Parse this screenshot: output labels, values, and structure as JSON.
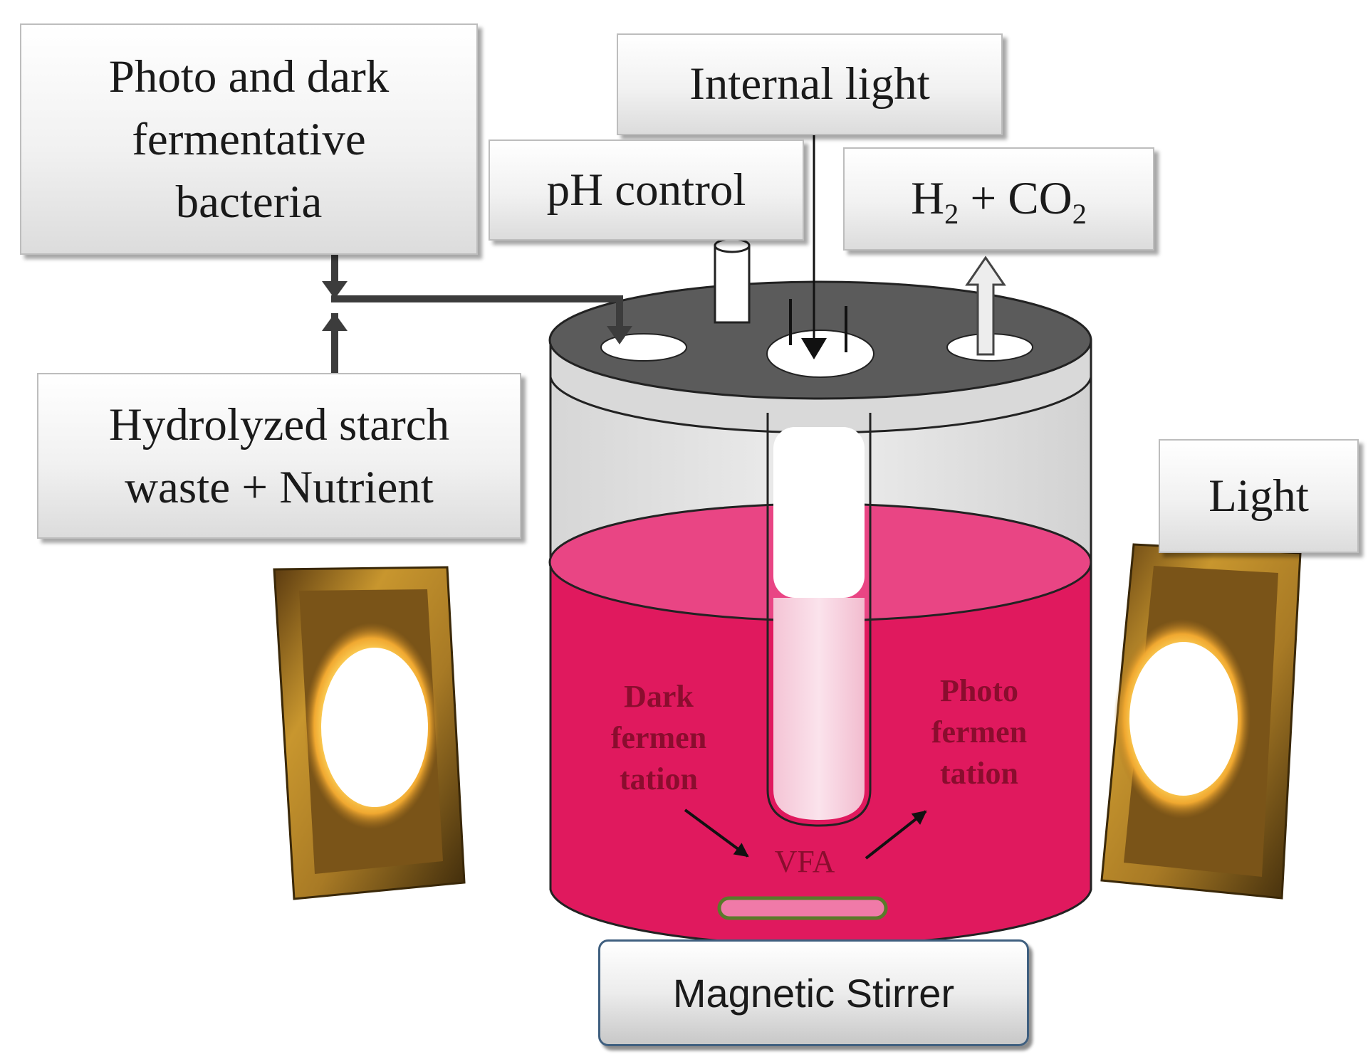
{
  "labels": {
    "bacteria": "Photo and dark\nfermentative\nbacteria",
    "internal_light": "Internal light",
    "ph_control": "pH control",
    "gas_main": "H",
    "gas_sub1": "2",
    "gas_mid": " + CO",
    "gas_sub2": "2",
    "substrate": "Hydrolyzed starch\nwaste + Nutrient",
    "light": "Light",
    "dark_fermentation": "Dark\nfermen\ntation",
    "photo_fermentation": "Photo\nfermen\ntation",
    "vfa": "VFA",
    "stirrer": "Magnetic Stirrer"
  },
  "colors": {
    "liquid": "#e0195e",
    "liquid_surface": "#e94584",
    "lid": "#5b5b5b",
    "vessel_glass": "#e6e6e6",
    "lamp_frame": "#a97a27",
    "stir_bar": "#f07aa8",
    "stir_bar_outline": "#5a7a2a",
    "arrow": "#3c3c3c"
  },
  "icons": [
    "lamp-icon",
    "lamp-icon",
    "stir-bar-icon",
    "ph-probe-icon",
    "gas-outlet-arrow-icon"
  ]
}
